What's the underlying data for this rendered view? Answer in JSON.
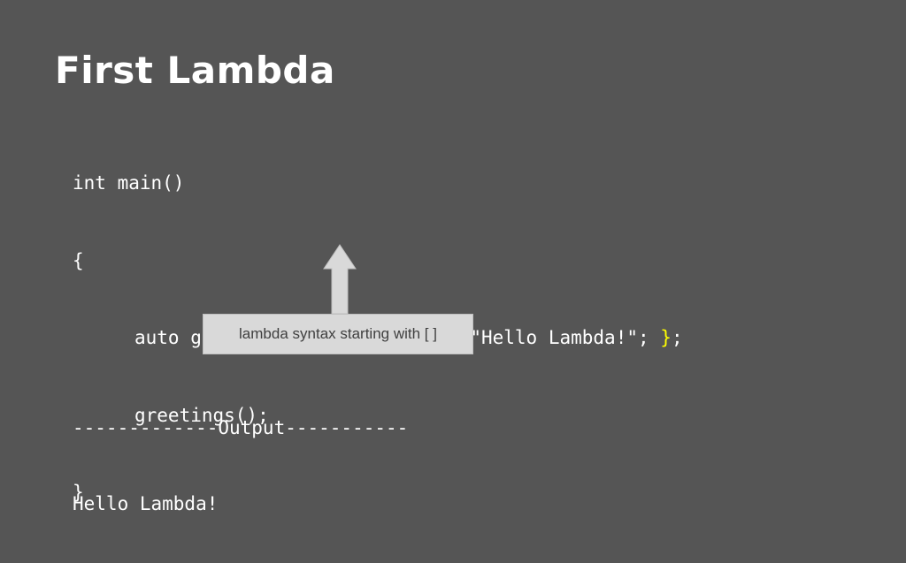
{
  "slide": {
    "title": "First Lambda",
    "code": {
      "line1": "int main()",
      "line2": "{",
      "line3_pre": "auto greetings = ",
      "line3_brackets": "[]",
      "line3_space": " ",
      "line3_open_brace": "{",
      "line3_body": " cout << \"Hello Lambda!\"; ",
      "line3_close_brace": "}",
      "line3_end": ";",
      "line4": "greetings();",
      "line5": "}"
    },
    "callout": {
      "text": "lambda syntax starting with [ ]"
    },
    "output": {
      "separator": "-------------Output-----------",
      "result": "Hello Lambda!"
    }
  },
  "colors": {
    "background": "#555555",
    "text": "#ffffff",
    "highlight": "#ffff00",
    "callout_fill": "#d9d9d9",
    "callout_text": "#404040"
  }
}
